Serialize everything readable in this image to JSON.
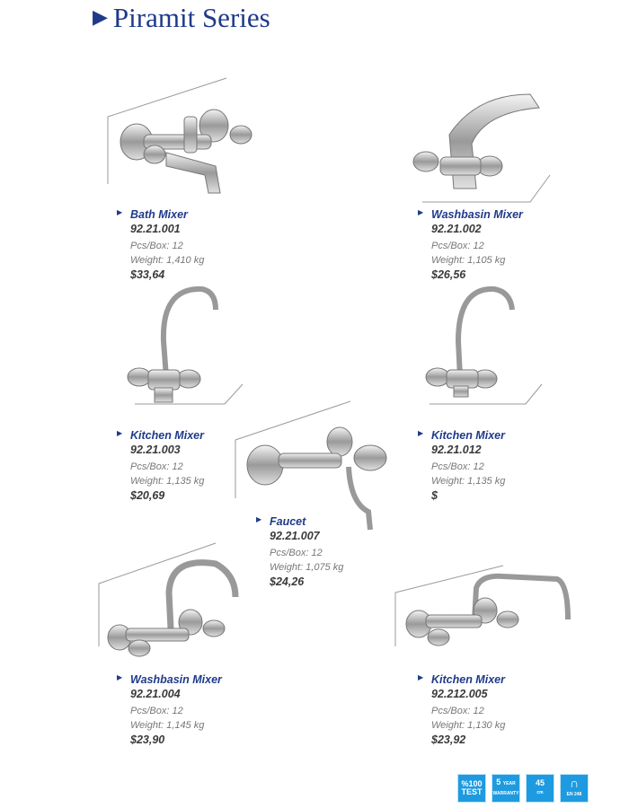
{
  "title": "Piramit Series",
  "products": [
    {
      "name": "Bath Mixer",
      "code": "92.21.001",
      "pcs": "Pcs/Box: 12",
      "weight": "Weight: 1,410 kg",
      "price": "$33,64"
    },
    {
      "name": "Washbasin Mixer",
      "code": "92.21.002",
      "pcs": "Pcs/Box: 12",
      "weight": "Weight: 1,105 kg",
      "price": "$26,56"
    },
    {
      "name": "Kitchen Mixer",
      "code": "92.21.003",
      "pcs": "Pcs/Box: 12",
      "weight": "Weight: 1,135 kg",
      "price": "$20,69"
    },
    {
      "name": "Kitchen Mixer",
      "code": "92.21.012",
      "pcs": "Pcs/Box: 12",
      "weight": "Weight: 1,135 kg",
      "price": "$"
    },
    {
      "name": "Faucet",
      "code": "92.21.007",
      "pcs": "Pcs/Box: 12",
      "weight": "Weight: 1,075 kg",
      "price": "$24,26"
    },
    {
      "name": "Washbasin Mixer",
      "code": "92.21.004",
      "pcs": "Pcs/Box: 12",
      "weight": "Weight: 1,145 kg",
      "price": "$23,90"
    },
    {
      "name": "Kitchen Mixer",
      "code": "92.212.005",
      "pcs": "Pcs/Box: 12",
      "weight": "Weight: 1,130 kg",
      "price": "$23,92"
    }
  ],
  "badges": {
    "test_a": "%100",
    "test_b": "TEST",
    "warranty_num": "5",
    "warranty_a": "YEAR",
    "warranty_b": "WARRANTY",
    "hose_a": "45",
    "hose_b": "cm",
    "standard": "EN 248"
  },
  "colors": {
    "accent": "#1f3a8a",
    "badge": "#1e9be0"
  }
}
